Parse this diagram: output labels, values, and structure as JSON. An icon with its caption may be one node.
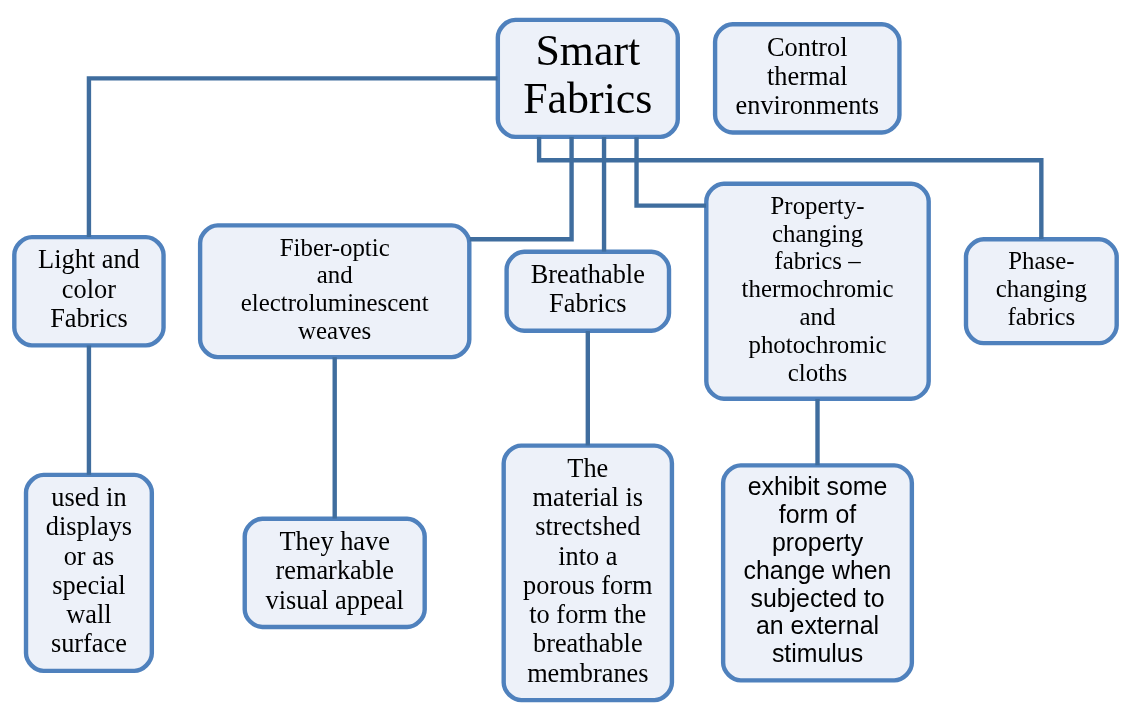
{
  "diagram": {
    "nodes": [
      {
        "text": [
          "Smart Fabrics"
        ]
      },
      {
        "text": [
          "Light and color Fabrics"
        ]
      },
      {
        "text": [
          "used in displays or as special wall surface"
        ]
      },
      {
        "text": [
          "Fiber-optic and electroluminescent weaves"
        ]
      },
      {
        "text": [
          "They have remarkable visual appeal"
        ]
      },
      {
        "text": [
          "Breathable Fabrics"
        ]
      },
      {
        "text": [
          "The material is strectshed into a porous form to form the breathable membranes"
        ]
      },
      {
        "text": [
          "Property-changing fabrics – thermochromic and photochromic cloths"
        ]
      },
      {
        "text": [
          "exhibit some form of property change when subjected to an external stimulus"
        ]
      },
      {
        "text": [
          "Phase-changing fabrics"
        ]
      },
      {
        "text": [
          "Control thermal environments"
        ]
      }
    ],
    "edges": [
      {
        "from": 0,
        "to": 1,
        "arrow": "none"
      },
      {
        "from": 0,
        "to": 3,
        "arrow": "none"
      },
      {
        "from": 0,
        "to": 5,
        "arrow": "none"
      },
      {
        "from": 0,
        "to": 7,
        "arrow": "none"
      },
      {
        "from": 0,
        "to": 9,
        "arrow": "none"
      },
      {
        "from": 1,
        "to": 2,
        "arrow": "none"
      },
      {
        "from": 3,
        "to": 4,
        "arrow": "none"
      },
      {
        "from": 5,
        "to": 6,
        "arrow": "none"
      },
      {
        "from": 7,
        "to": 8,
        "arrow": "none"
      }
    ]
  }
}
